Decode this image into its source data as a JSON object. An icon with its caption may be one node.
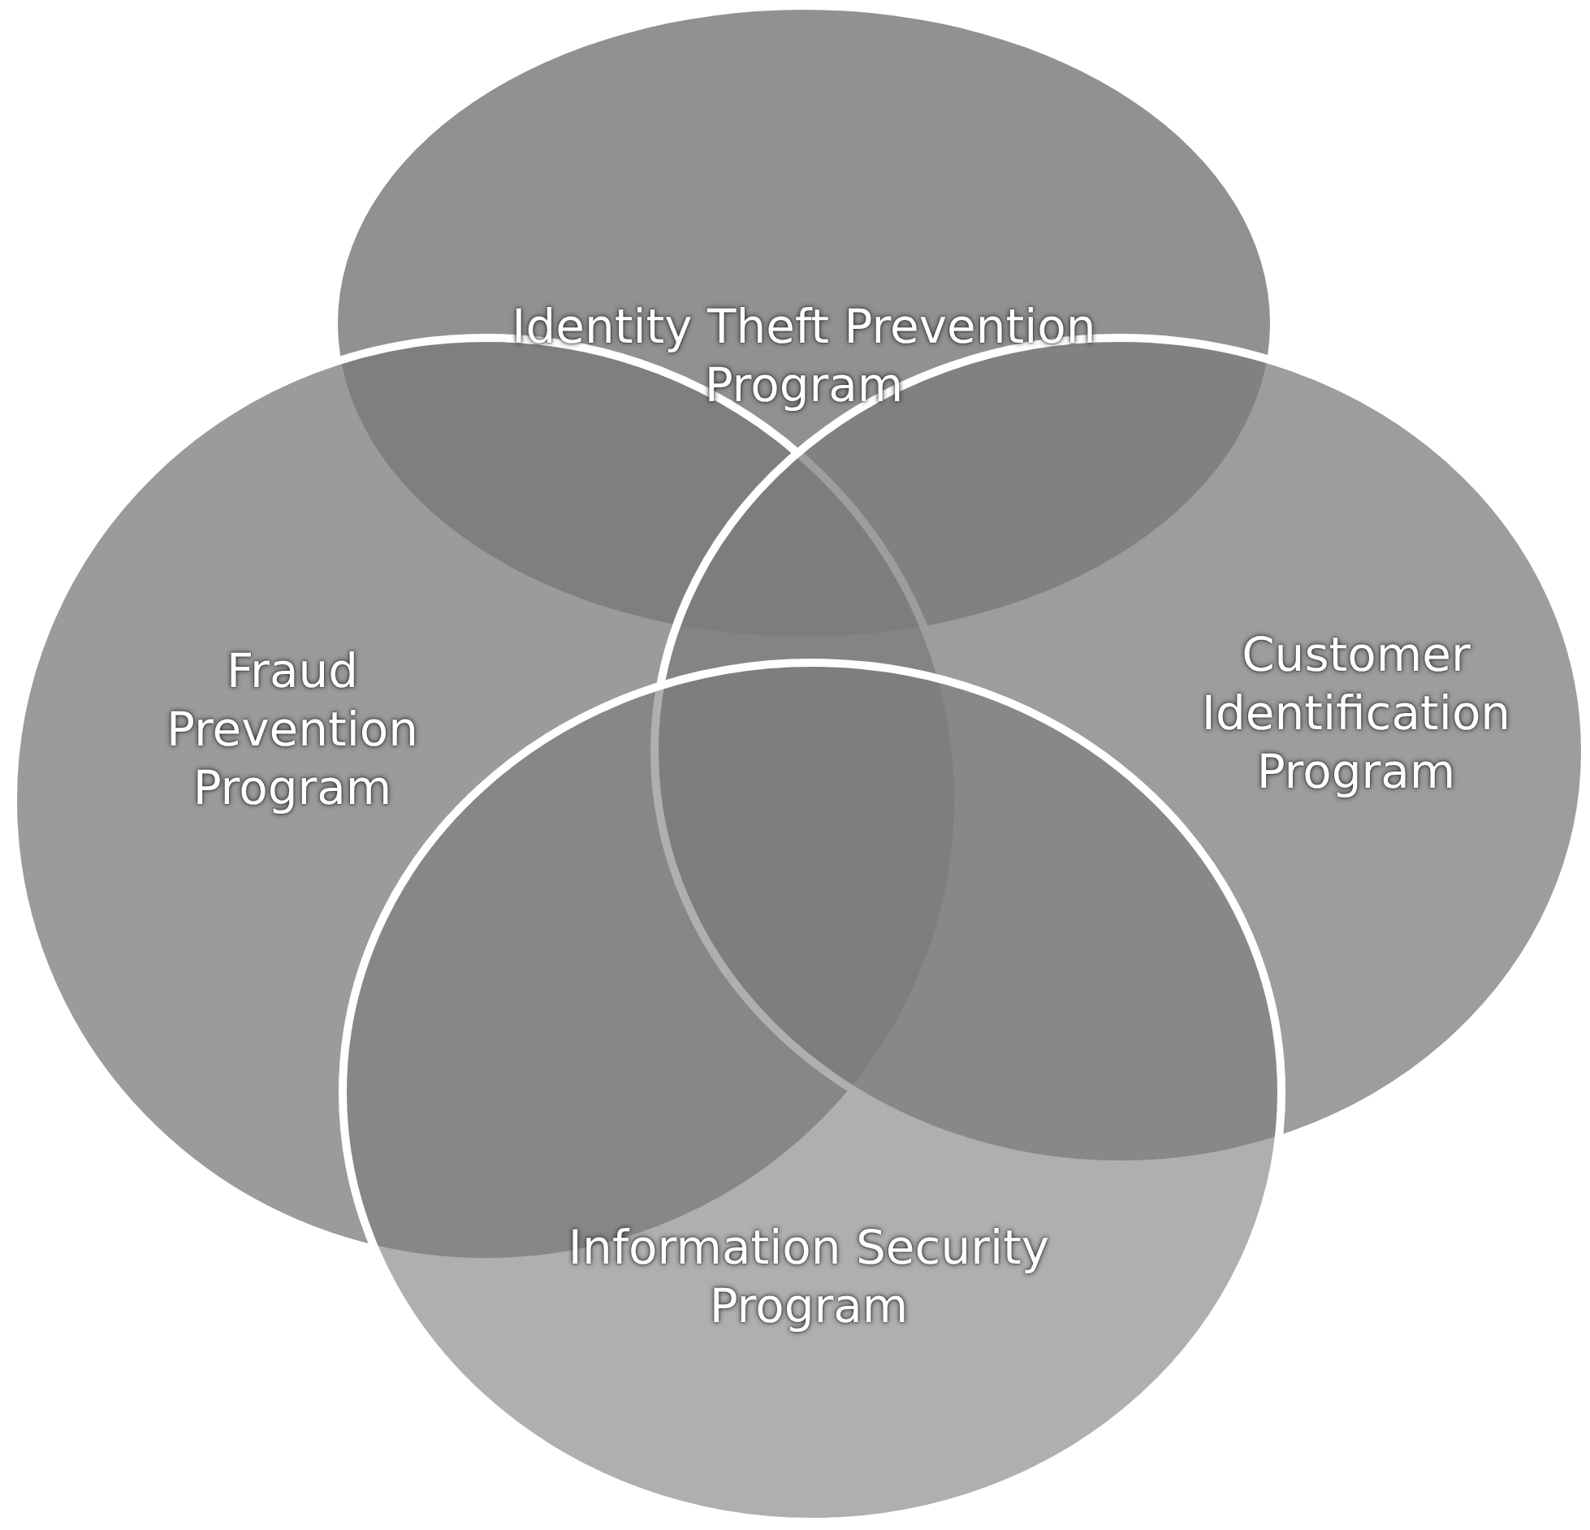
{
  "diagram": {
    "nodes": [
      {
        "text": [
          "Identity Theft Prevention Program"
        ]
      },
      {
        "text": [
          "Fraud Prevention Program"
        ]
      },
      {
        "text": [
          "Customer Identification Program"
        ]
      },
      {
        "text": [
          "Information Security Program"
        ]
      }
    ]
  }
}
